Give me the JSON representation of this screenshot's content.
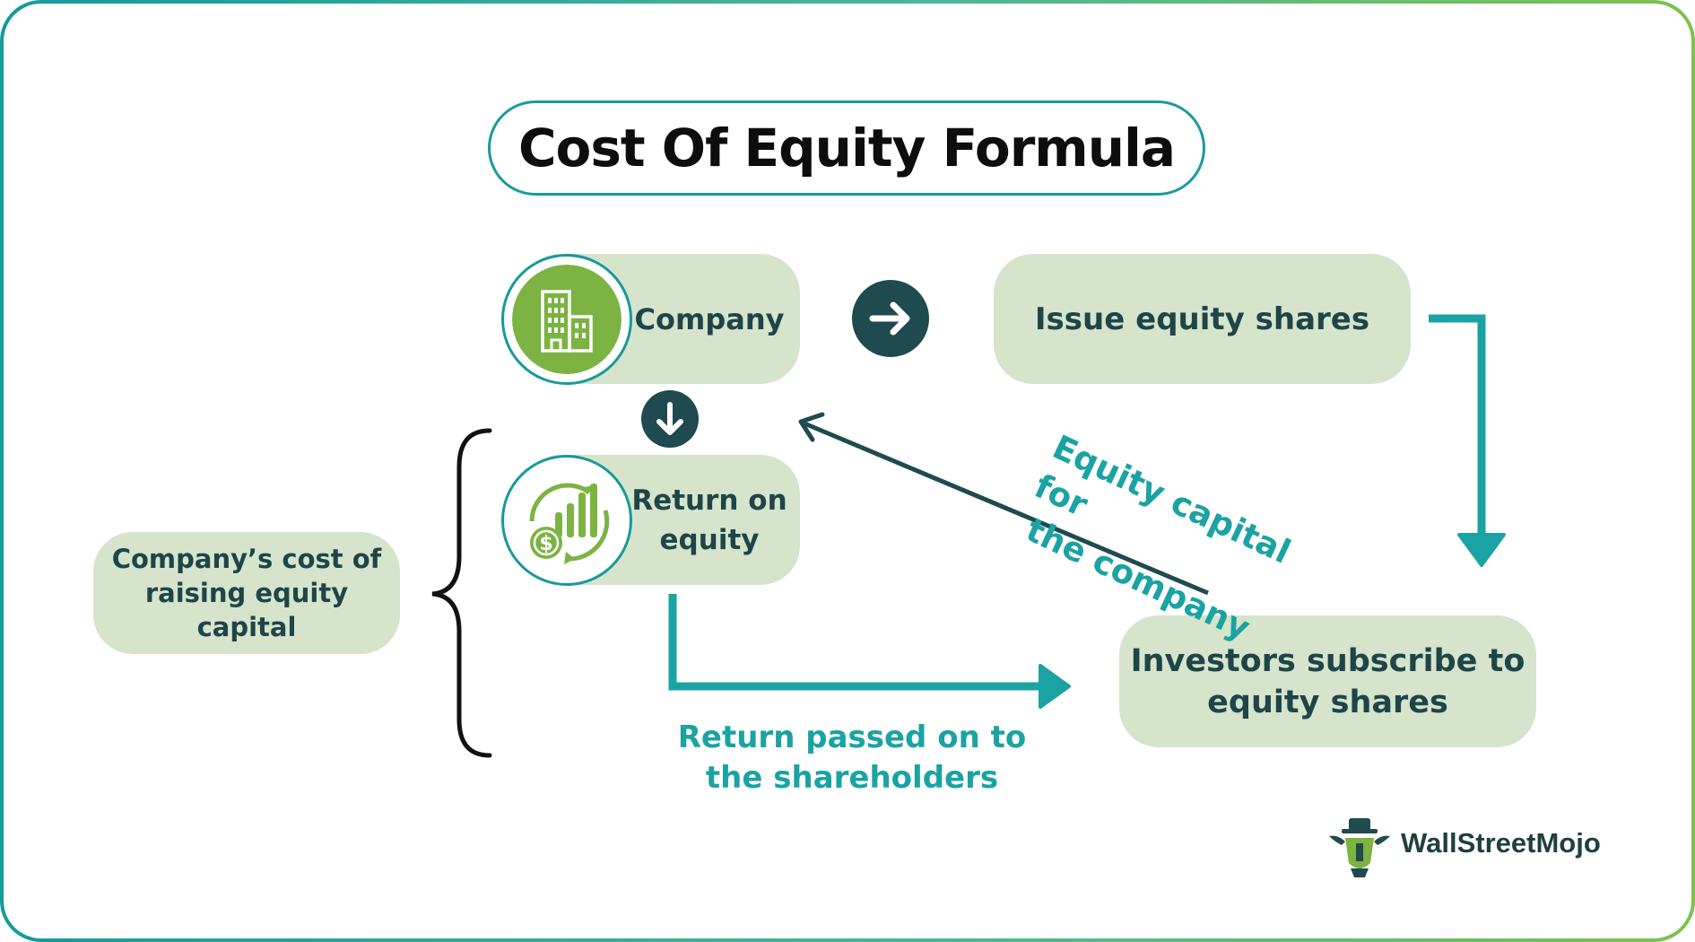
{
  "title": "Cost Of Equity Formula",
  "nodes": {
    "company": "Company",
    "return_on_equity_line1": "Return on",
    "return_on_equity_line2": "equity",
    "issue_shares": "Issue equity shares",
    "investors_line1": "Investors subscribe to",
    "investors_line2": "equity shares",
    "cost_line1": "Company’s cost of",
    "cost_line2": "raising equity",
    "cost_line3": "capital"
  },
  "edge_labels": {
    "return_line1": "Return passed on to",
    "return_line2": "the shareholders",
    "equity_line1": "Equity capital for",
    "equity_line2": "the company"
  },
  "icons": {
    "company": "building-icon",
    "return_on_equity": "growth-chart-dollar-icon",
    "right_arrow": "arrow-right-icon",
    "down_arrow": "arrow-down-icon",
    "brace": "curly-brace-icon",
    "logo": "bull-logo-icon"
  },
  "brand": {
    "name": "WallStreetMojo"
  },
  "colors": {
    "teal": "#1aa3a2",
    "dark_teal": "#1f4a4f",
    "pill_fill": "#d5e4cb",
    "icon_green": "#7cb342",
    "text_dark": "#1f4549"
  }
}
